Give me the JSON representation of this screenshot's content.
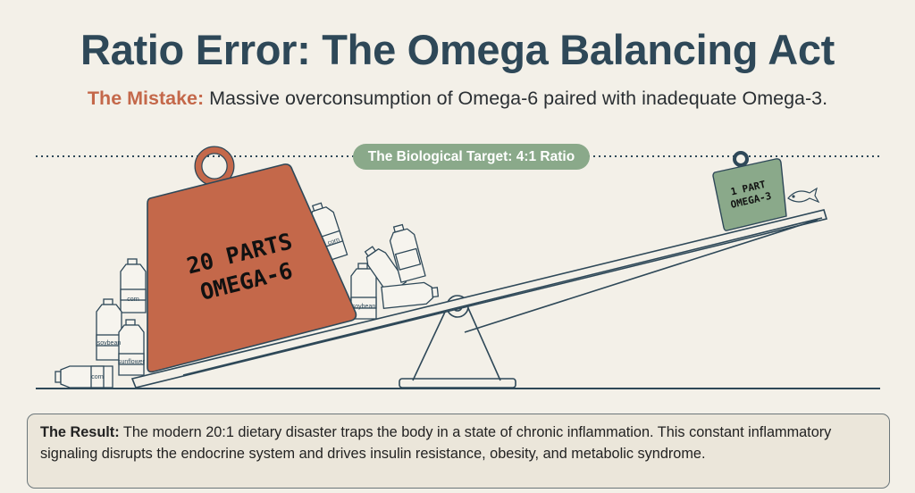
{
  "title": "Ratio Error: The Omega Balancing Act",
  "subtitle": {
    "label": "The Mistake:",
    "text": " Massive overconsumption of Omega-6 paired with inadequate Omega-3."
  },
  "target_label": "The Biological Target: 4:1 Ratio",
  "heavy_weight": {
    "line1": "20 PARTS",
    "line2": "OMEGA-6",
    "color": "#c4684a"
  },
  "light_weight": {
    "line1": "1 PART",
    "line2": "OMEGA-3",
    "color": "#8aa98a"
  },
  "bottles": [
    "corn",
    "soybean",
    "sunflower",
    "corn",
    "corn",
    "soybean"
  ],
  "result": {
    "label": "The Result:",
    "text": " The modern 20:1 dietary disaster traps the body in a state of chronic inflammation. This constant inflammatory signaling disrupts the endocrine system and drives insulin resistance, obesity, and metabolic syndrome."
  },
  "colors": {
    "title": "#2e4858",
    "accent": "#c4684a",
    "target": "#8aa98a",
    "line": "#2e4858"
  }
}
